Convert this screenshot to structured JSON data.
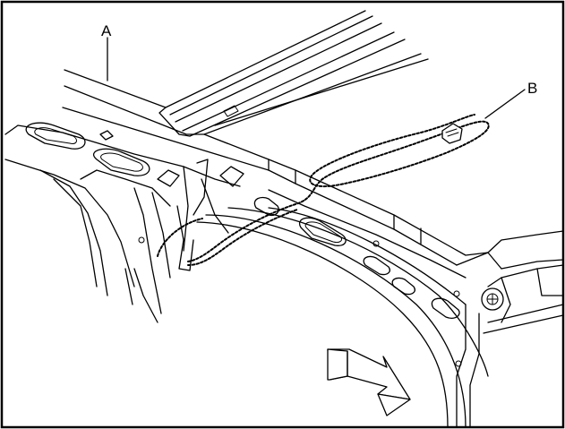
{
  "figure": {
    "callouts": [
      {
        "id": "a",
        "text": "A"
      },
      {
        "id": "b",
        "text": "B"
      }
    ]
  }
}
